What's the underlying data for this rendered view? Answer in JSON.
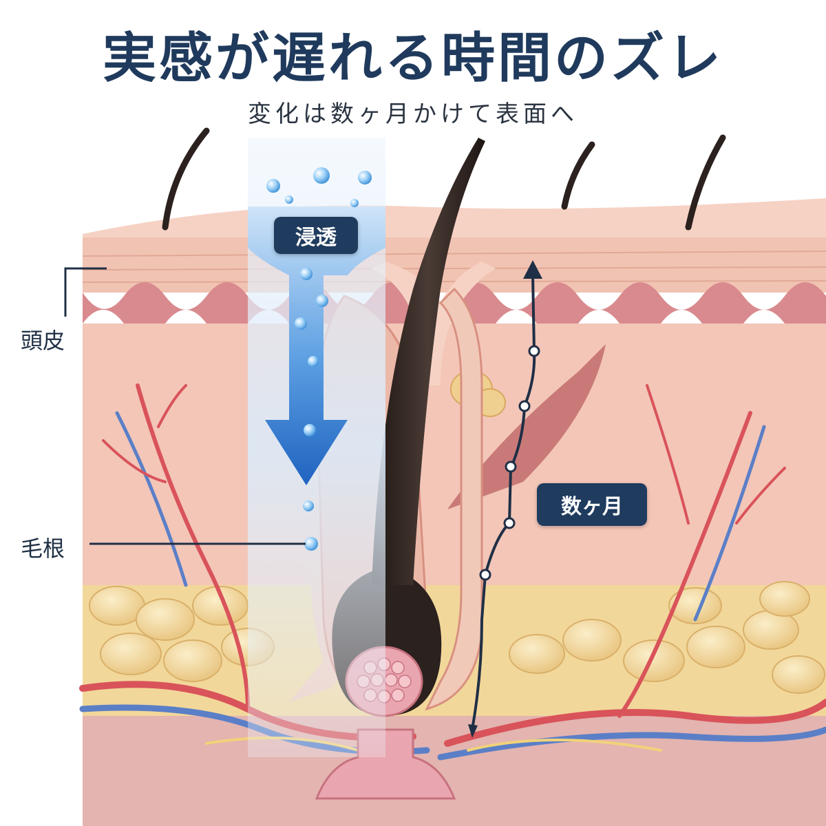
{
  "title": "実感が遅れる時間のズレ",
  "subtitle": "変化は数ヶ月かけて表面へ",
  "labels": {
    "scalp": "頭皮",
    "hair_root": "毛根",
    "penetration": "浸透",
    "months": "数ヶ月"
  },
  "colors": {
    "title": "#1f3a5c",
    "pill_bg": "#1f3b5e",
    "skin": "#f3c6b8",
    "fat": "#f2d79a",
    "arrow_blue": "#2f7fd6",
    "vessel_red": "#d9535a",
    "vessel_blue": "#5b7fc7",
    "hair": "#2b211e"
  },
  "icons": [
    "penetration-arrow-icon",
    "timeline-arrow-icon",
    "bubble-icon"
  ]
}
